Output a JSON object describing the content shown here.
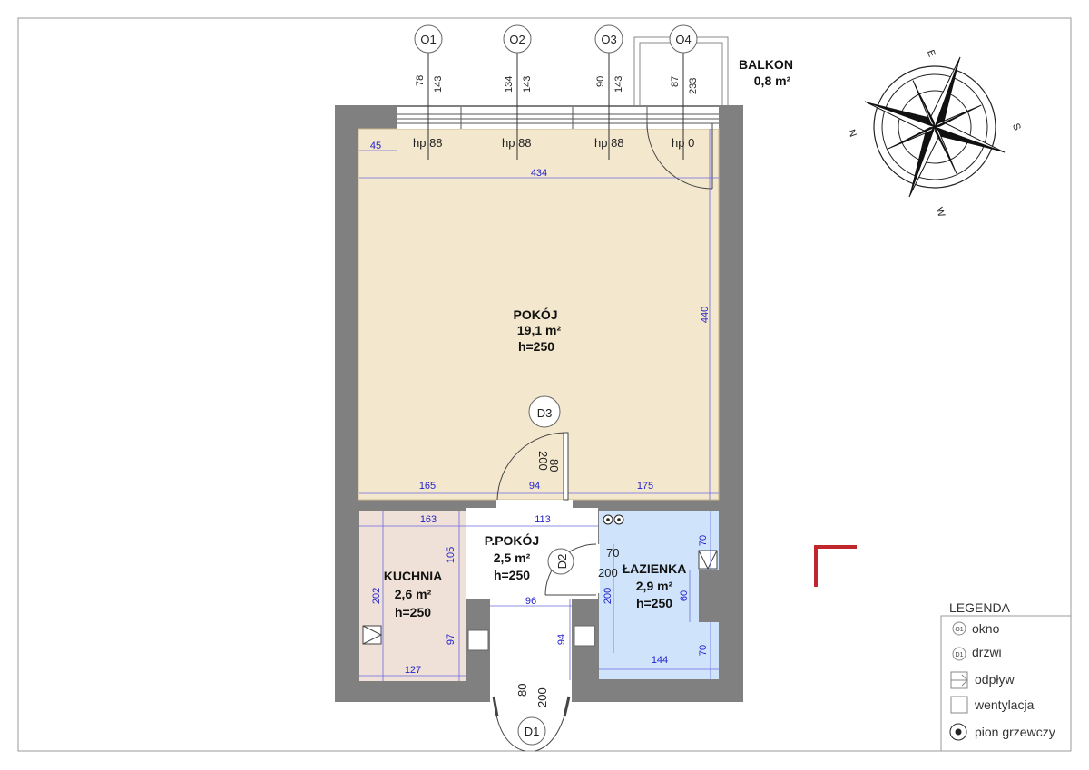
{
  "rooms": {
    "pokoj": {
      "name": "POKÓJ",
      "area": "19,1 m²",
      "height": "h=250"
    },
    "przedpokoj": {
      "name": "P.POKÓJ",
      "area": "2,5 m²",
      "height": "h=250"
    },
    "kuchnia": {
      "name": "KUCHNIA",
      "area": "2,6 m²",
      "height": "h=250"
    },
    "lazienka": {
      "name": "ŁAZIENKA",
      "area": "2,9 m²",
      "height": "h=250"
    },
    "balkon": {
      "name": "BALKON",
      "area": "0,8 m²"
    }
  },
  "windows": [
    {
      "id": "O1",
      "w": "78",
      "h": "143",
      "hp": "hp 88"
    },
    {
      "id": "O2",
      "w": "134",
      "h": "143",
      "hp": "hp 88"
    },
    {
      "id": "O3",
      "w": "90",
      "h": "143",
      "hp": "hp 88"
    },
    {
      "id": "O4",
      "w": "87",
      "h": "233",
      "hp": "hp 0"
    }
  ],
  "doors": [
    {
      "id": "D1",
      "w": "80",
      "h": "200"
    },
    {
      "id": "D2",
      "w": "70",
      "h": "200"
    },
    {
      "id": "D3",
      "w": "80",
      "h": "200"
    }
  ],
  "dimensions": {
    "d45": "45",
    "d434": "434",
    "d440": "440",
    "d165": "165",
    "d94": "94",
    "d175": "175",
    "d163": "163",
    "d113": "113",
    "d105": "105",
    "d202": "202",
    "d96": "96",
    "d97": "97",
    "d94b": "94",
    "d127": "127",
    "d144": "144",
    "d70a": "70",
    "d60": "60",
    "d70b": "70",
    "d200": "200"
  },
  "compass": {
    "n": "N",
    "e": "E",
    "s": "S",
    "w": "W"
  },
  "legend": {
    "title": "LEGENDA",
    "window_symbol": "O1",
    "door_symbol": "D1",
    "items": [
      "okno",
      "drzwi",
      "odpływ",
      "wentylacja",
      "pion grzewczy"
    ]
  },
  "colors": {
    "wall": "#808080",
    "pokoj": "#f3e7cd",
    "kuchnia": "#f0e1d8",
    "lazienka": "#cfe4fb",
    "dimension": "#2222cc",
    "marker": "#c0272d"
  }
}
